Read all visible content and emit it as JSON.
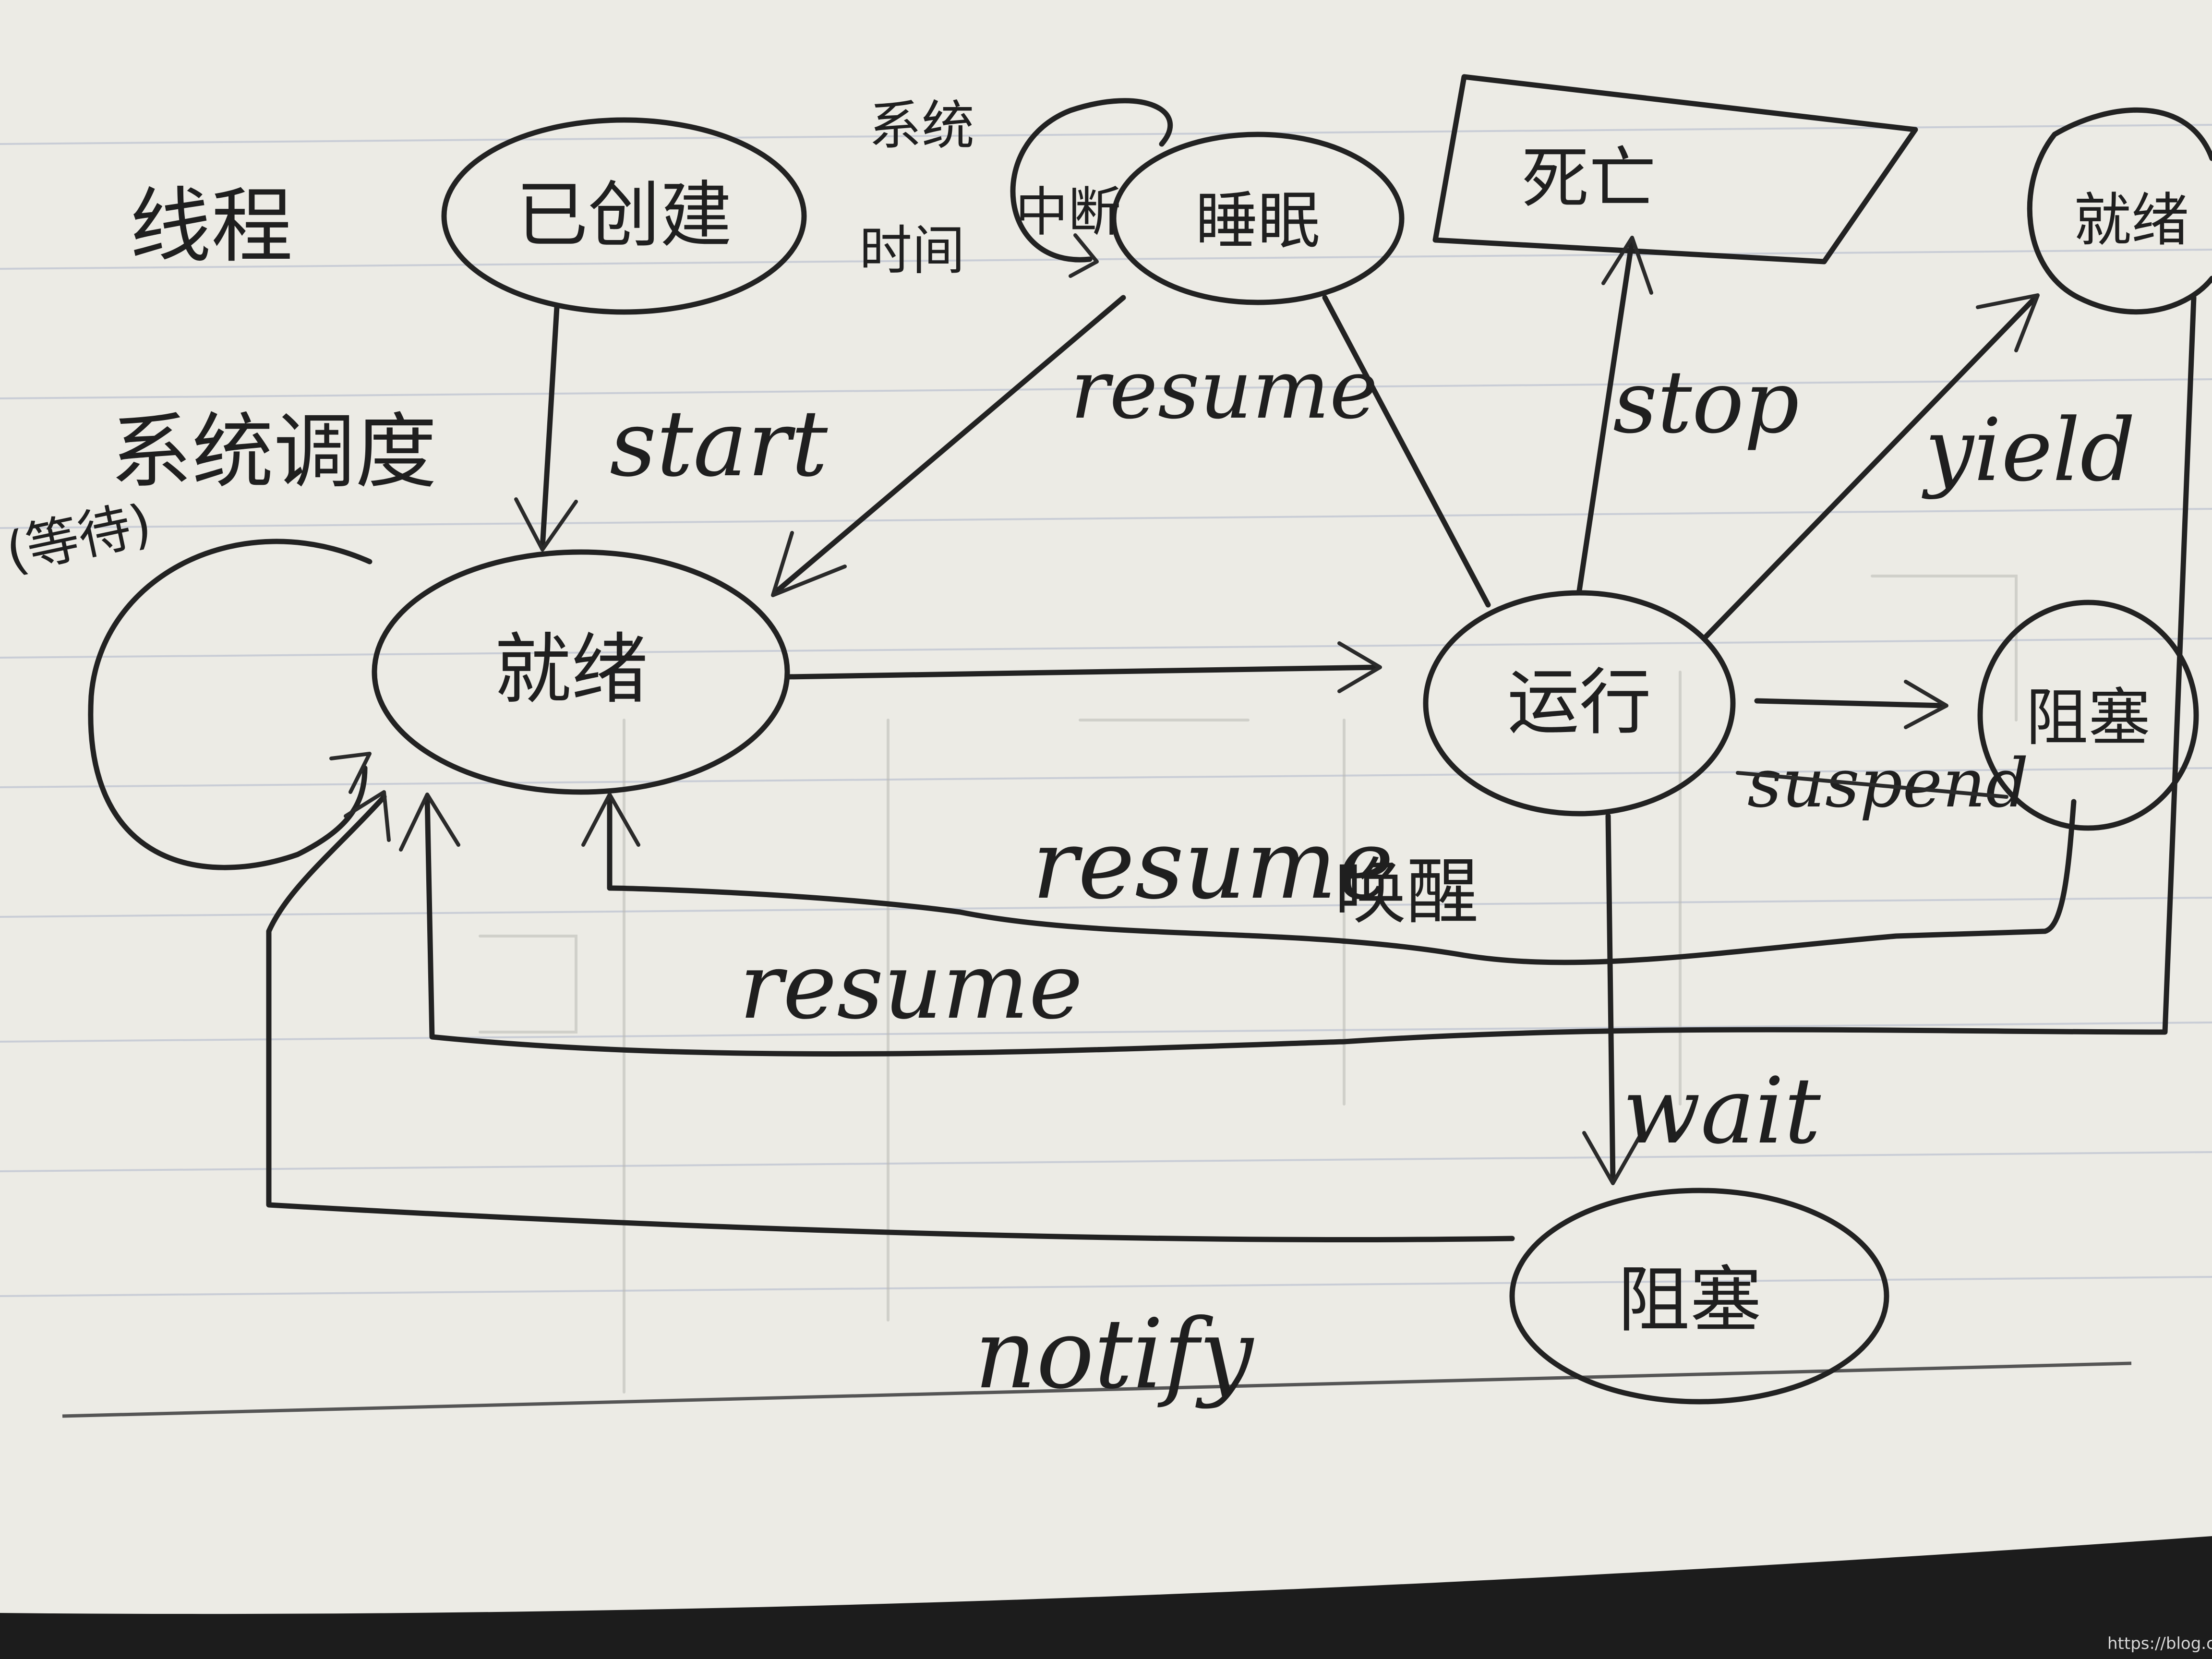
{
  "title": "线程",
  "top_cut_text": "",
  "states": {
    "created": "已创建",
    "ready": "就绪",
    "running": "运行",
    "dead": "死亡",
    "sleeping": "睡眠",
    "interrupt": "中断",
    "blocked_suspend": "阻塞",
    "blocked_wait": "阻塞",
    "yield_target": "就绪"
  },
  "annotations": {
    "system_schedule": "系统调度",
    "waiting": "(等待)",
    "system_time": "系统",
    "time": "时间"
  },
  "transitions": {
    "start": "start",
    "resume_sleep": "resume",
    "stop": "stop",
    "yield": "yield",
    "suspend": "suspend",
    "resume_wake": "resume",
    "wake": "唤醒",
    "resume_bottom": "resume",
    "wait": "wait",
    "notify": "notify"
  },
  "watermark": "https://blog.csdn.net/chiyu"
}
